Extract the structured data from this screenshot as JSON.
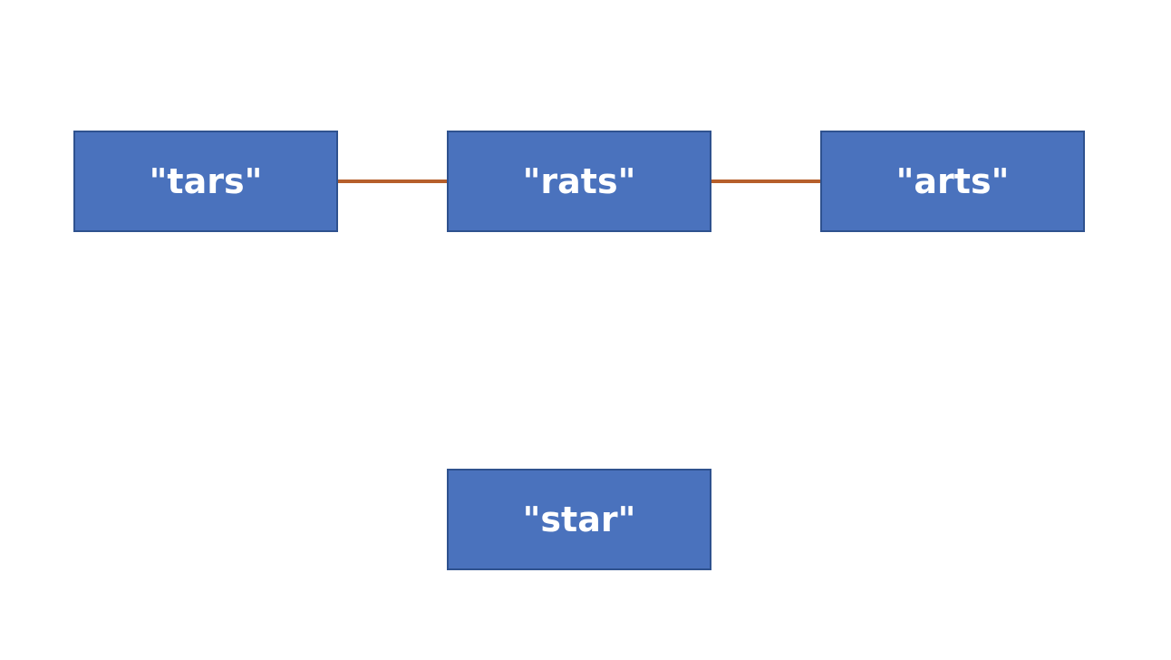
{
  "colors": {
    "node_fill": "#4a72bd",
    "node_border": "#2f528f",
    "edge": "#b65f2b",
    "text": "#ffffff"
  },
  "nodes": [
    {
      "id": "tars",
      "label": "\"tars\""
    },
    {
      "id": "rats",
      "label": "\"rats\""
    },
    {
      "id": "arts",
      "label": "\"arts\""
    },
    {
      "id": "star",
      "label": "\"star\""
    }
  ],
  "edges": [
    {
      "from": "tars",
      "to": "rats"
    },
    {
      "from": "rats",
      "to": "arts"
    }
  ]
}
